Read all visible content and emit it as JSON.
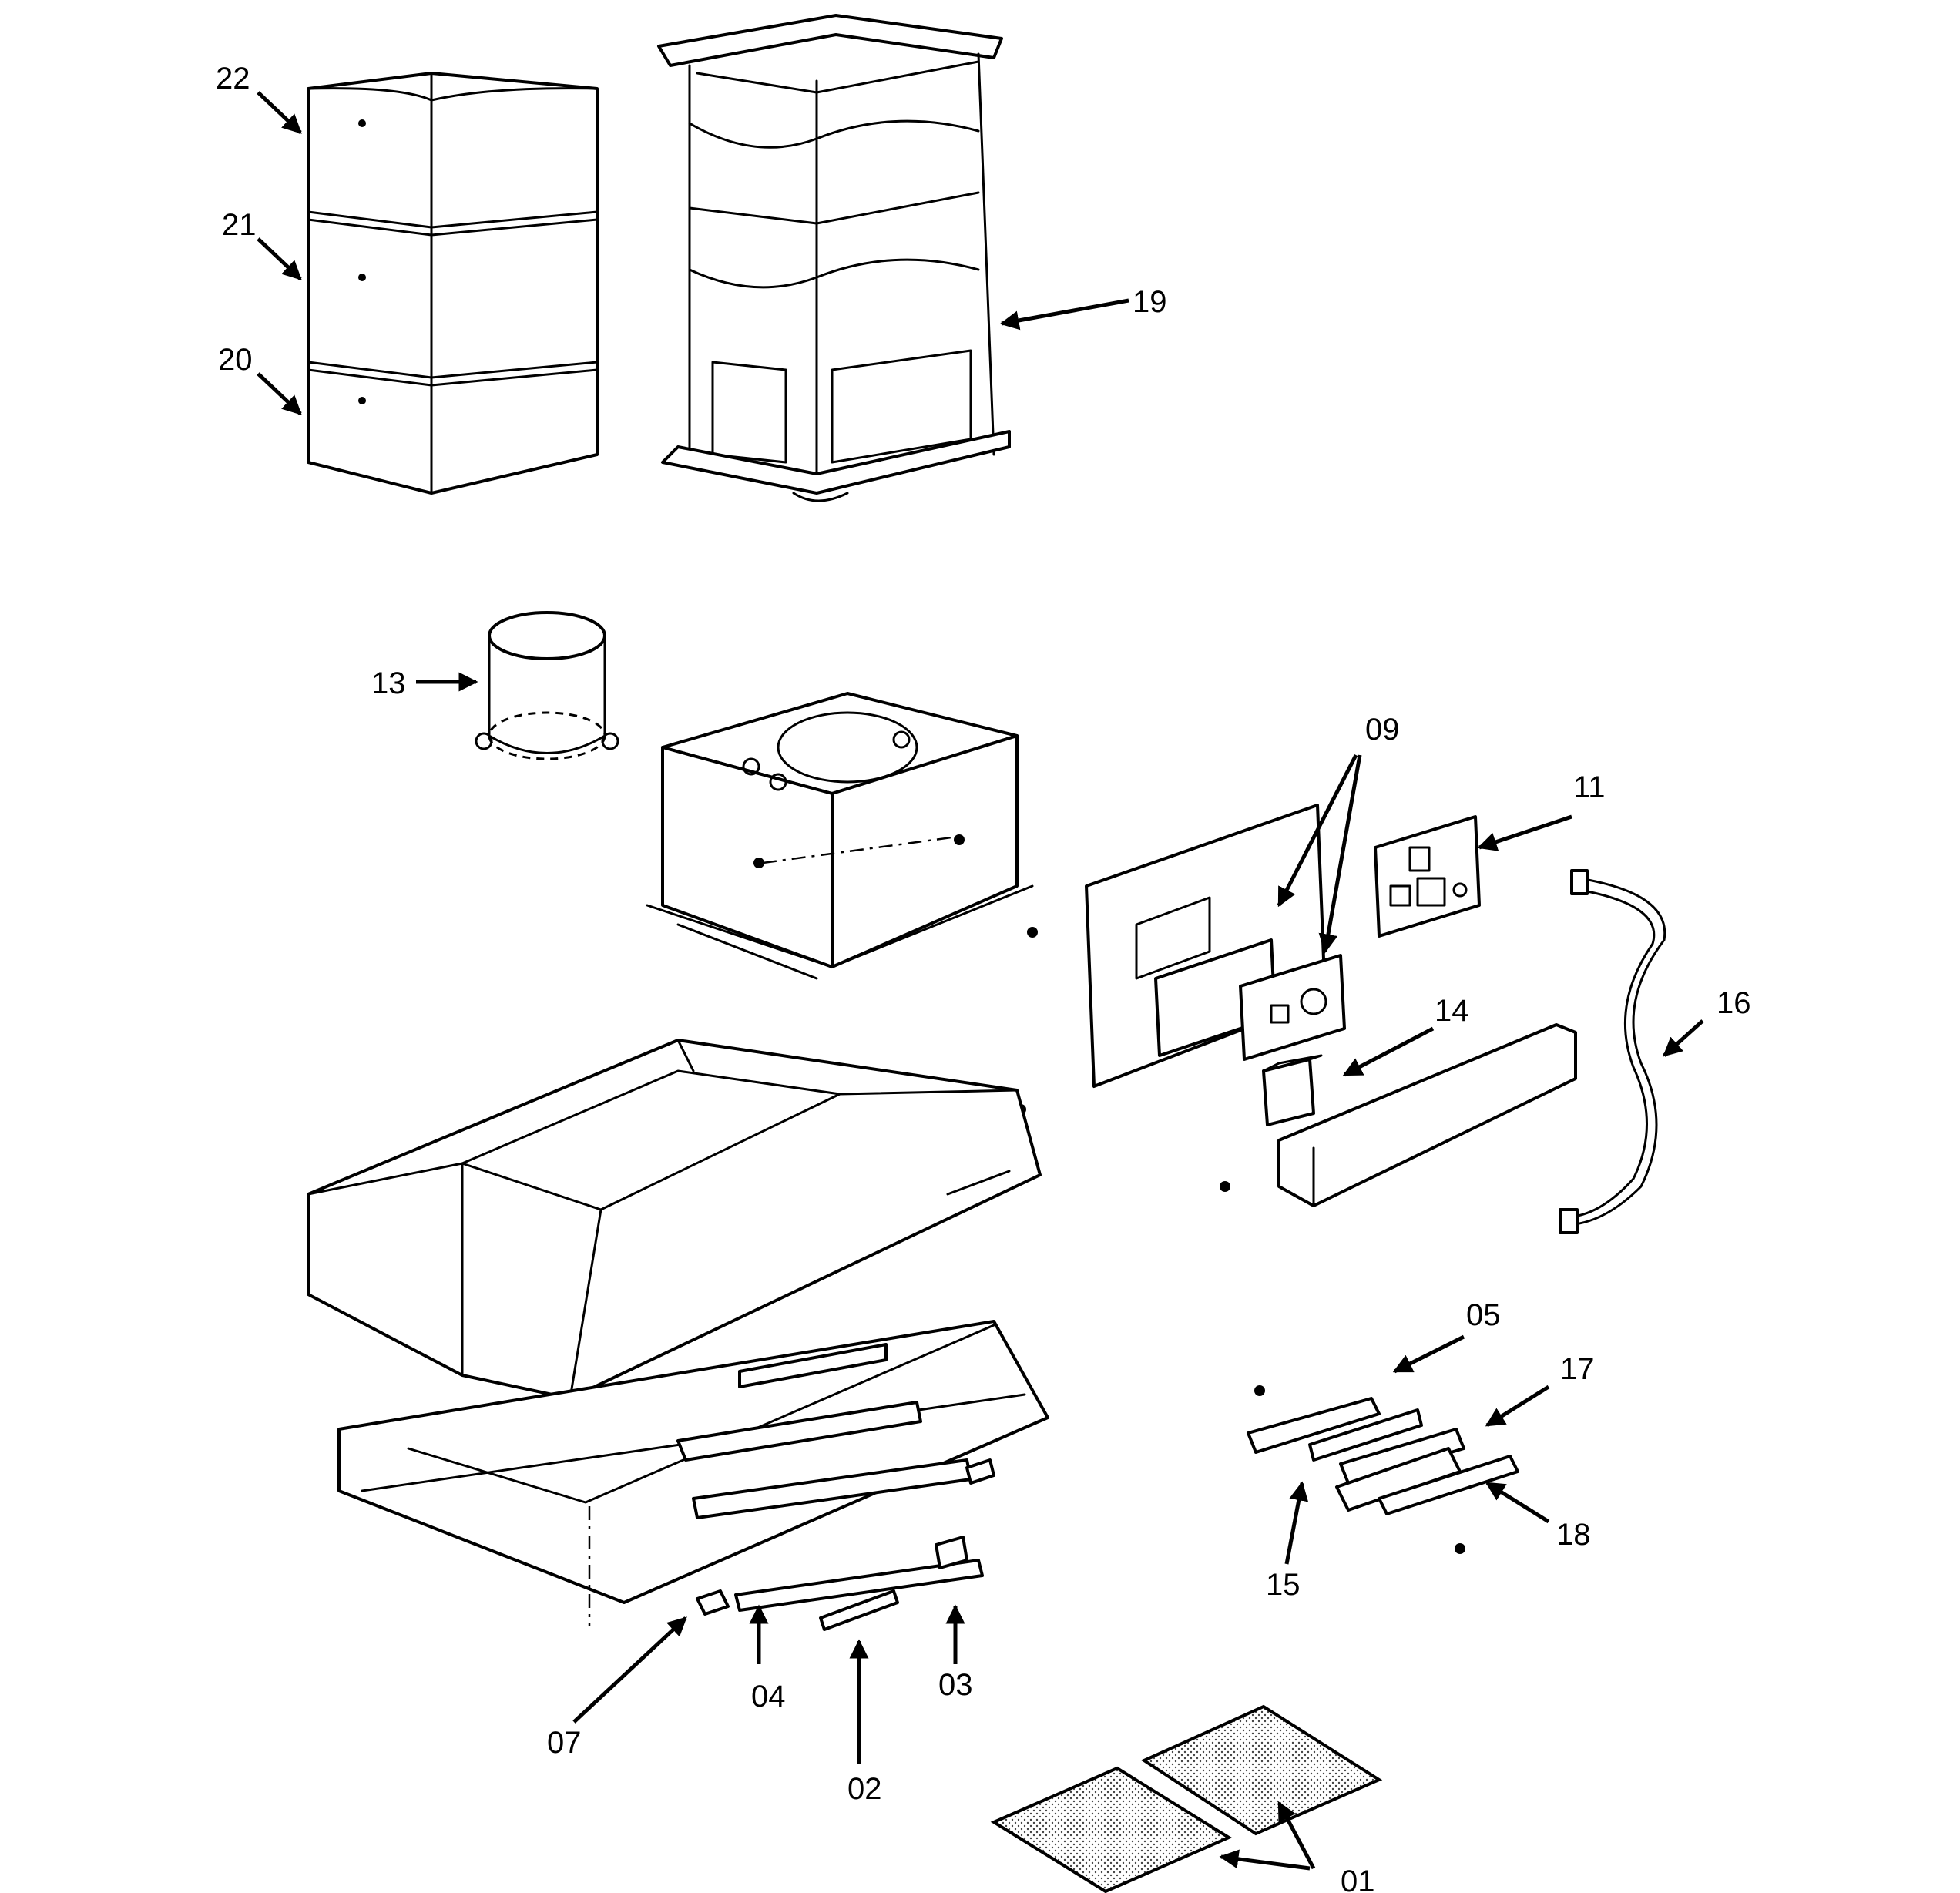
{
  "callouts": [
    {
      "id": "01",
      "text": "01"
    },
    {
      "id": "02",
      "text": "02"
    },
    {
      "id": "03",
      "text": "03"
    },
    {
      "id": "04",
      "text": "04"
    },
    {
      "id": "05",
      "text": "05"
    },
    {
      "id": "07",
      "text": "07"
    },
    {
      "id": "09",
      "text": "09"
    },
    {
      "id": "11",
      "text": "11"
    },
    {
      "id": "13",
      "text": "13"
    },
    {
      "id": "14",
      "text": "14"
    },
    {
      "id": "15",
      "text": "15"
    },
    {
      "id": "16",
      "text": "16"
    },
    {
      "id": "17",
      "text": "17"
    },
    {
      "id": "18",
      "text": "18"
    },
    {
      "id": "19",
      "text": "19"
    },
    {
      "id": "20",
      "text": "20"
    },
    {
      "id": "21",
      "text": "21"
    },
    {
      "id": "22",
      "text": "22"
    }
  ]
}
